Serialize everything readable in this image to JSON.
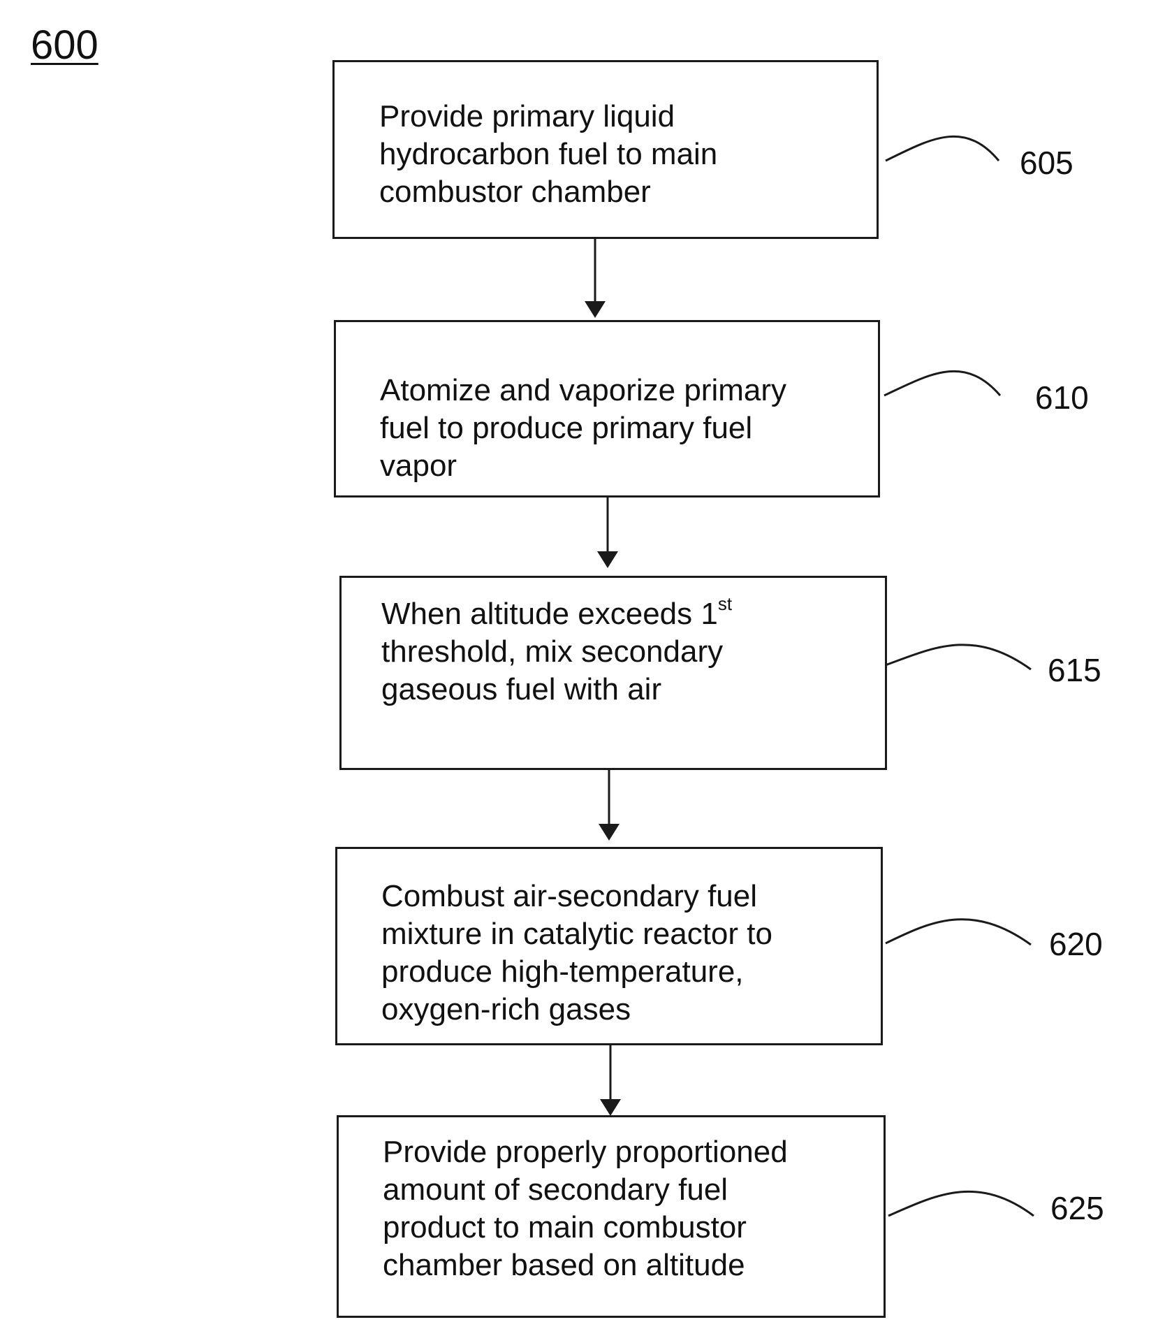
{
  "figure": {
    "label": "600"
  },
  "steps": [
    {
      "ref": "605",
      "text": "Provide primary liquid\nhydrocarbon fuel to main\ncombustor chamber"
    },
    {
      "ref": "610",
      "text": "Atomize and vaporize primary\nfuel to produce primary fuel\nvapor"
    },
    {
      "ref": "615",
      "text_before_sup": "When altitude exceeds 1",
      "sup": "st",
      "text_after_sup": "\nthreshold, mix secondary\ngaseous fuel with air"
    },
    {
      "ref": "620",
      "text": "Combust air-secondary fuel\nmixture in catalytic reactor to\nproduce high-temperature,\noxygen-rich gases"
    },
    {
      "ref": "625",
      "text": "Provide properly proportioned\namount of secondary fuel\nproduct to main combustor\nchamber based on altitude"
    }
  ]
}
